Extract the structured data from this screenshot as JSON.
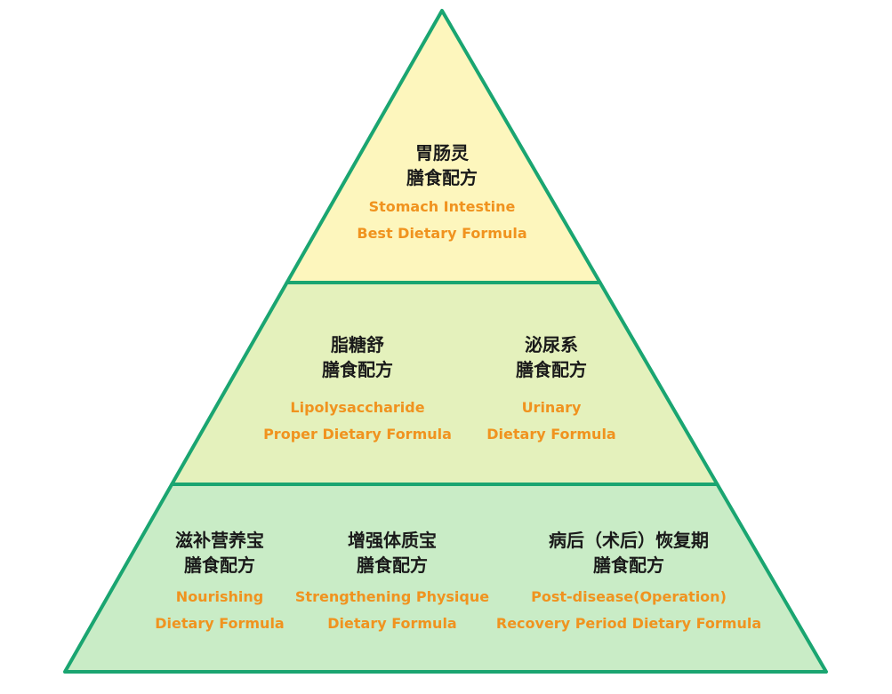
{
  "colors": {
    "border": "#1aa571",
    "tier_top_fill": "#fdf6bd",
    "tier_middle_fill": "#e4f1bc",
    "tier_bottom_fill": "#c9ecc6",
    "chinese_text": "#1a1a1a",
    "english_text": "#f0931f"
  },
  "pyramid": {
    "type": "pyramid-diagram",
    "tiers": [
      {
        "name": "top",
        "blocks": [
          {
            "zh": [
              "胃肠灵",
              "膳食配方"
            ],
            "en": [
              "Stomach Intestine",
              "Best Dietary Formula"
            ]
          }
        ]
      },
      {
        "name": "middle",
        "blocks": [
          {
            "zh": [
              "脂糖舒",
              "膳食配方"
            ],
            "en": [
              "Lipolysaccharide",
              "Proper Dietary Formula"
            ]
          },
          {
            "zh": [
              "泌尿系",
              "膳食配方"
            ],
            "en": [
              "Urinary",
              "Dietary Formula"
            ]
          }
        ]
      },
      {
        "name": "bottom",
        "blocks": [
          {
            "zh": [
              "滋补营养宝",
              "膳食配方"
            ],
            "en": [
              "Nourishing",
              "Dietary Formula"
            ]
          },
          {
            "zh": [
              "增强体质宝",
              "膳食配方"
            ],
            "en": [
              "Strengthening Physique",
              "Dietary Formula"
            ]
          },
          {
            "zh": [
              "病后（术后）恢复期",
              "膳食配方"
            ],
            "en": [
              "Post-disease(Operation)",
              "Recovery Period Dietary Formula"
            ]
          }
        ]
      }
    ]
  }
}
